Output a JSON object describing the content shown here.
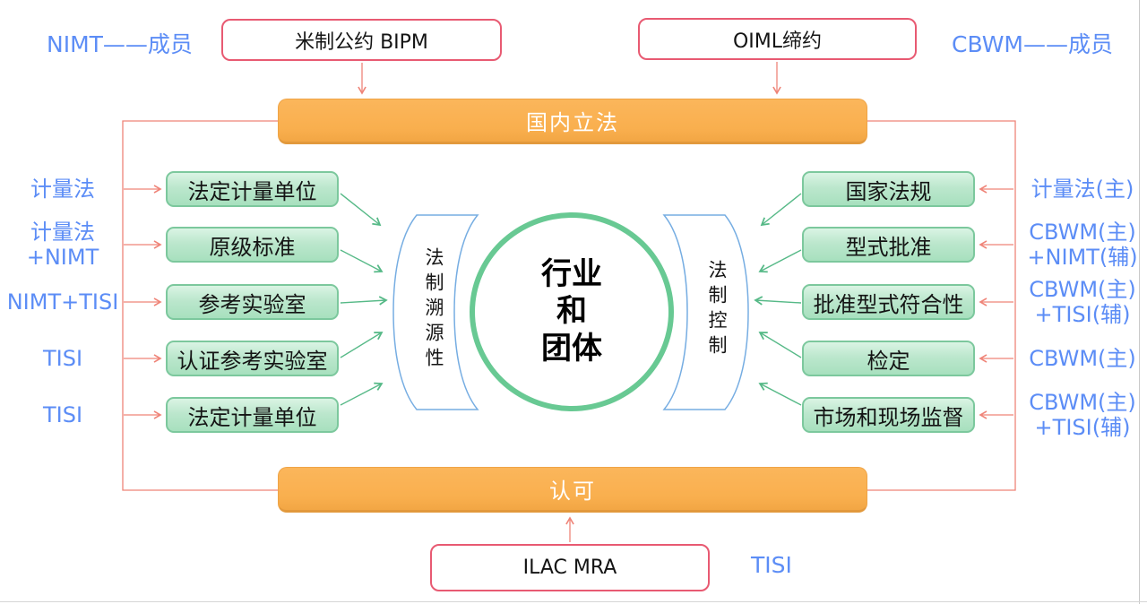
{
  "notes": {
    "top_left": "NIMT——成员",
    "top_right": "CBWM——成员",
    "bottom": "TISI"
  },
  "top_boxes": {
    "bipm": "米制公约 BIPM",
    "oiml": "OIML缔约"
  },
  "banners": {
    "top": "国内立法",
    "bottom": "认可"
  },
  "center": {
    "circle": "行业\n和\n团体",
    "left_shape": "法制溯源性",
    "right_shape": "法制控制"
  },
  "bottom_box": "ILAC MRA",
  "left_rows": [
    {
      "label": "计量法",
      "box": "法定计量单位"
    },
    {
      "label": "计量法\n+NIMT",
      "box": "原级标准"
    },
    {
      "label": "NIMT+TISI",
      "box": "参考实验室"
    },
    {
      "label": "TISI",
      "box": "认证参考实验室"
    },
    {
      "label": "TISI",
      "box": "法定计量单位"
    }
  ],
  "right_rows": [
    {
      "box": "国家法规",
      "label": "计量法(主)"
    },
    {
      "box": "型式批准",
      "label": "CBWM(主)\n+NIMT(辅)"
    },
    {
      "box": "批准型式符合性",
      "label": "CBWM(主)\n+TISI(辅)"
    },
    {
      "box": "检定",
      "label": "CBWM(主)"
    },
    {
      "box": "市场和现场监督",
      "label": "CBWM(主)\n+TISI(辅)"
    }
  ],
  "colors": {
    "banner_orange": "#F9AF4E",
    "green_box_fill": "#BCE7CD",
    "green_box_border": "#7CC89D",
    "blue_label": "#5C8DF6",
    "pink_border": "#E85A72",
    "salmon_line": "#EF8478",
    "green_arrow": "#56B987",
    "circle_green": "#68C993",
    "shape_blue": "#76ADE2"
  }
}
